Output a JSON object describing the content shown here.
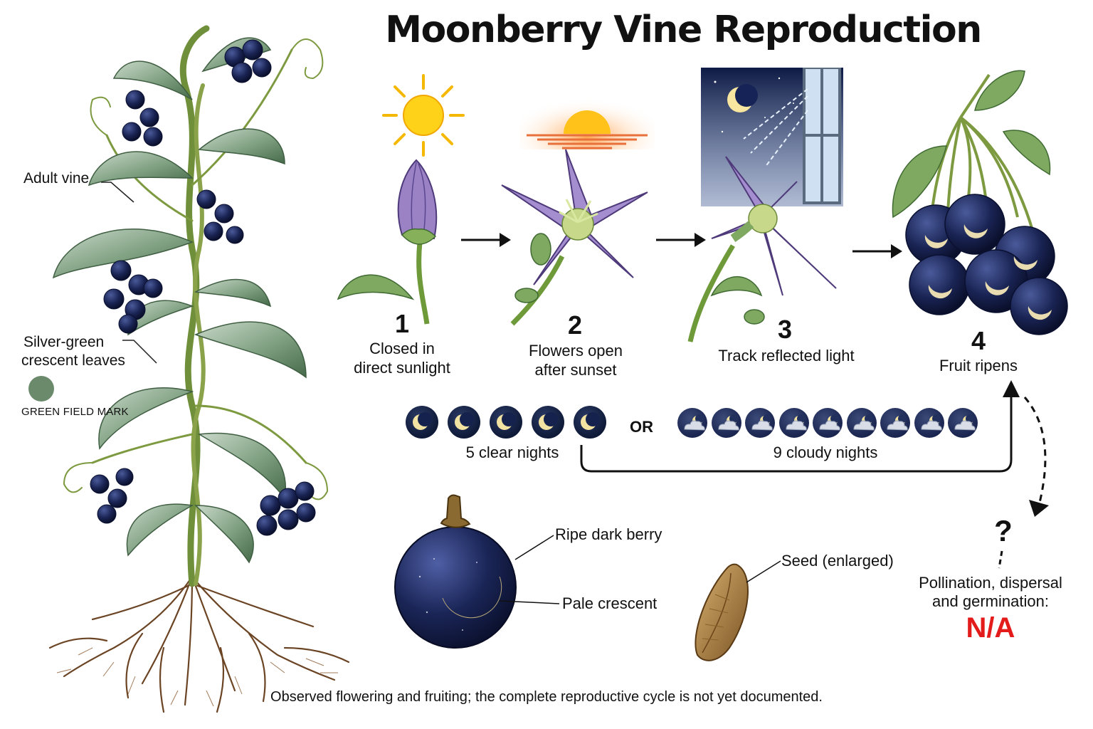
{
  "title": "Moonberry Vine Reproduction",
  "plant_labels": {
    "adult_vine": "Adult vine",
    "leaves_line1": "Silver-green",
    "leaves_line2": "crescent leaves",
    "field_mark": "GREEN FIELD MARK",
    "field_mark_color": "#6b8a6b"
  },
  "steps": [
    {
      "number": "1",
      "line1": "Closed in",
      "line2": "direct sunlight"
    },
    {
      "number": "2",
      "line1": "Flowers open",
      "line2": "after sunset"
    },
    {
      "number": "3",
      "line1": "Track reflected light",
      "line2": ""
    },
    {
      "number": "4",
      "line1": "Fruit ripens",
      "line2": ""
    }
  ],
  "nights": {
    "clear_count": 5,
    "clear_label": "5 clear nights",
    "or_label": "OR",
    "cloudy_count": 9,
    "cloudy_label": "9 cloudy nights"
  },
  "berry_labels": {
    "ripe": "Ripe dark berry",
    "crescent": "Pale crescent",
    "seed": "Seed (enlarged)"
  },
  "unknown": {
    "mark": "?",
    "line1": "Pollination, dispersal",
    "line2": "and germination:",
    "value": "N/A",
    "value_color": "#e41b1b"
  },
  "footer": "Observed flowering and fruiting; the complete reproductive cycle is not yet documented."
}
